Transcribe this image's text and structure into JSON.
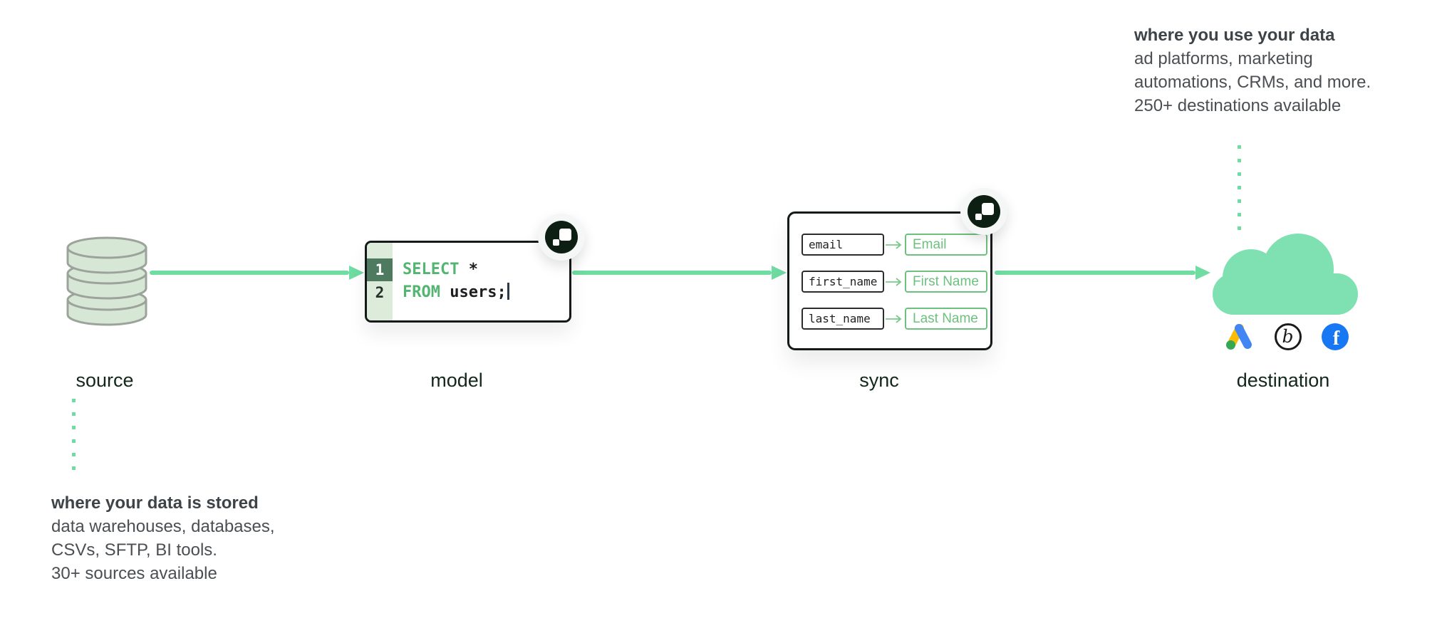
{
  "notes": {
    "destination": {
      "heading": "where you use your data",
      "lines": [
        "ad platforms, marketing",
        "automations, CRMs, and more.",
        "250+ destinations available"
      ]
    },
    "source": {
      "heading": "where your data is stored",
      "lines": [
        "data warehouses, databases,",
        "CSVs, SFTP, BI tools.",
        "30+ sources available"
      ]
    }
  },
  "nodes": {
    "source": {
      "label": "source",
      "icon": "database-icon"
    },
    "model": {
      "label": "model",
      "code": {
        "lines": [
          {
            "number": "1",
            "keyword": "SELECT",
            "rest": " *"
          },
          {
            "number": "2",
            "keyword": "FROM",
            "rest": " users;"
          }
        ]
      }
    },
    "sync": {
      "label": "sync",
      "mappings": [
        {
          "source_field": "email",
          "dest_field": "Email"
        },
        {
          "source_field": "first_name",
          "dest_field": "First Name"
        },
        {
          "source_field": "last_name",
          "dest_field": "Last Name"
        }
      ]
    },
    "destination": {
      "label": "destination",
      "icon": "cloud-icon",
      "service_icons": [
        "google-ads-icon",
        "braze-icon",
        "facebook-icon"
      ],
      "glyphs": {
        "braze": "b",
        "facebook": "f"
      }
    }
  },
  "branding": {
    "badge_icon": "hightouch-logo"
  },
  "colors": {
    "accent_green": "#6FDCA2",
    "cloud_green": "#7FE0B1",
    "keyword_green": "#53B571",
    "mapping_green": "#6CC17E",
    "facebook_blue": "#1877F2"
  }
}
